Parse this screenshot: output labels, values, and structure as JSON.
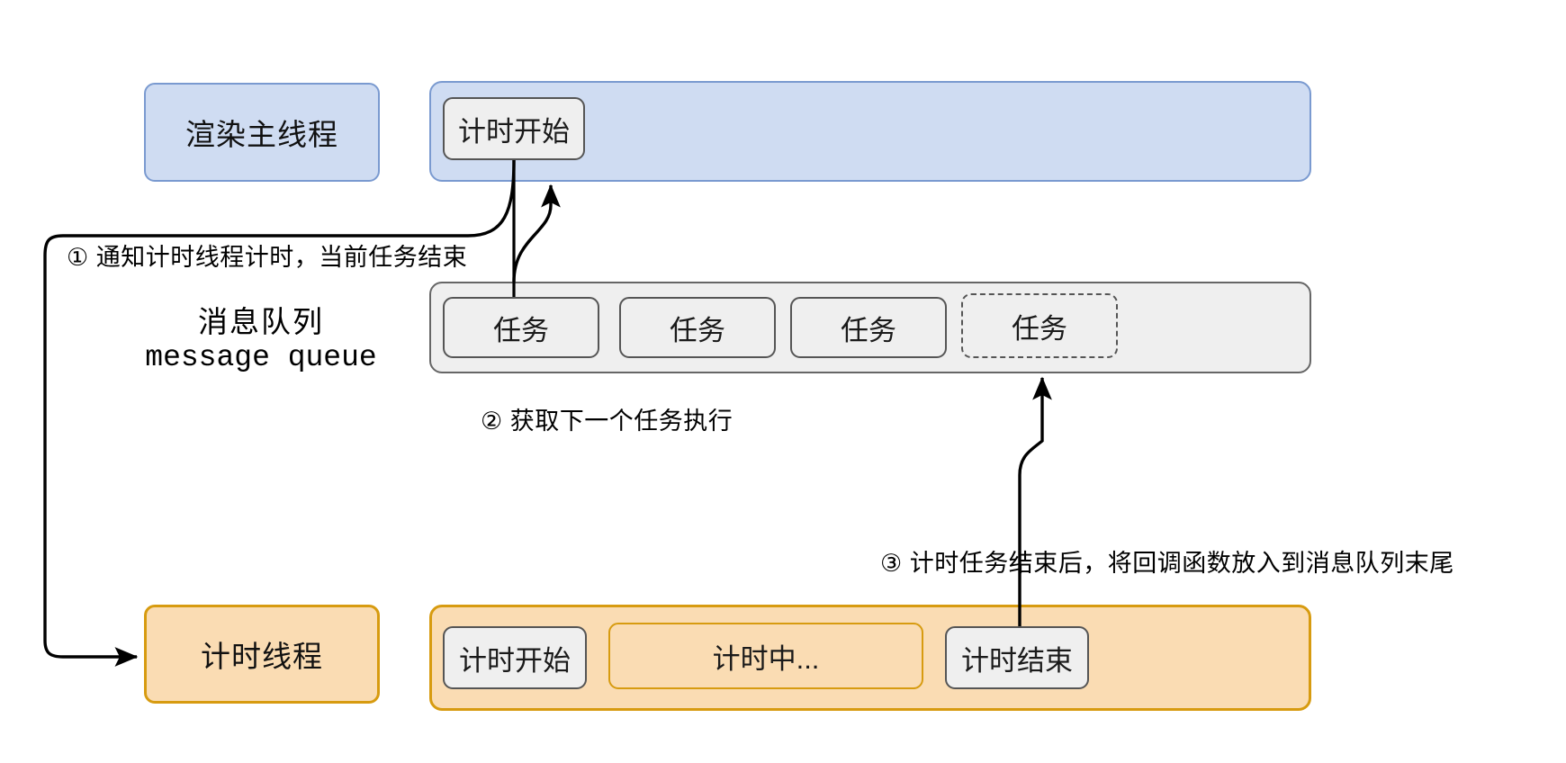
{
  "diagram": {
    "title": "JS event loop timer diagram",
    "colors": {
      "blue_fill": "#cfdcf2",
      "blue_stroke": "#7a9ad0",
      "orange_fill": "#fadcb3",
      "orange_stroke": "#d79b10",
      "gray_fill": "#efefef",
      "gray_stroke": "#666666",
      "arrow": "#000000"
    },
    "lanes": [
      {
        "id": "render-main-thread",
        "label": "渲染主线程",
        "style": "blue",
        "chips": [
          {
            "id": "timer-start",
            "label": "计时开始",
            "style": "solid"
          }
        ]
      },
      {
        "id": "message-queue",
        "label_cn": "消息队列",
        "label_mono": "message queue",
        "style": "gray",
        "chips": [
          {
            "id": "task-1",
            "label": "任务",
            "style": "solid"
          },
          {
            "id": "task-2",
            "label": "任务",
            "style": "solid"
          },
          {
            "id": "task-3",
            "label": "任务",
            "style": "solid"
          },
          {
            "id": "task-4",
            "label": "任务",
            "style": "dashed"
          }
        ]
      },
      {
        "id": "timer-thread",
        "label": "计时线程",
        "style": "orange",
        "chips": [
          {
            "id": "timing-start",
            "label": "计时开始",
            "style": "solid"
          },
          {
            "id": "timing-running",
            "label": "计时中...",
            "style": "orangefill"
          },
          {
            "id": "timing-end",
            "label": "计时结束",
            "style": "solid"
          }
        ]
      }
    ],
    "notes": [
      {
        "id": "note-1",
        "text": "① 通知计时线程计时，当前任务结束"
      },
      {
        "id": "note-2",
        "text": "② 获取下一个任务执行"
      },
      {
        "id": "note-3",
        "text": "③ 计时任务结束后，将回调函数放入到消息队列末尾"
      }
    ]
  }
}
